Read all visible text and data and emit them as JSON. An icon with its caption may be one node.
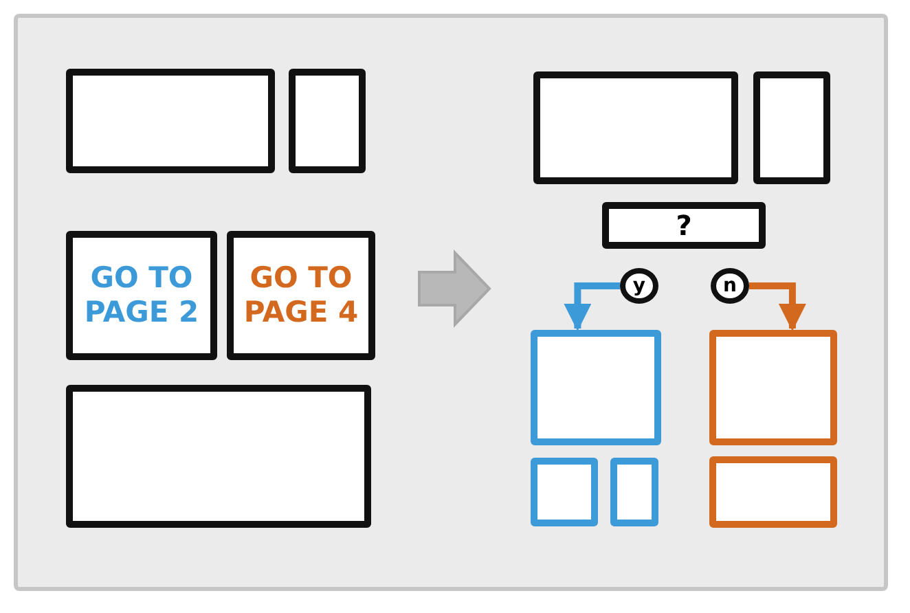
{
  "diagram": {
    "nodes": [
      {
        "text": [],
        "shape": "box"
      },
      {
        "text": [],
        "shape": "box"
      },
      {
        "text": [
          "GO TO PAGE 2"
        ]
      },
      {
        "text": [
          "GO TO PAGE 4"
        ]
      },
      {
        "text": [],
        "shape": "box"
      },
      {
        "text": [],
        "shape": "box"
      },
      {
        "text": [],
        "shape": "box"
      },
      {
        "text": [
          "?"
        ]
      },
      {
        "text": [
          "y"
        ]
      },
      {
        "text": [
          "n"
        ]
      },
      {
        "text": [],
        "shape": "box"
      },
      {
        "text": [],
        "shape": "box"
      },
      {
        "text": [],
        "shape": "box"
      },
      {
        "text": [],
        "shape": "box"
      },
      {
        "text": [],
        "shape": "box"
      }
    ],
    "edges": [
      {
        "from": 8,
        "to": 10,
        "arrow": "to",
        "color": "#3d9ad8"
      },
      {
        "from": 9,
        "to": 13,
        "arrow": "to",
        "color": "#d2691e"
      }
    ]
  }
}
